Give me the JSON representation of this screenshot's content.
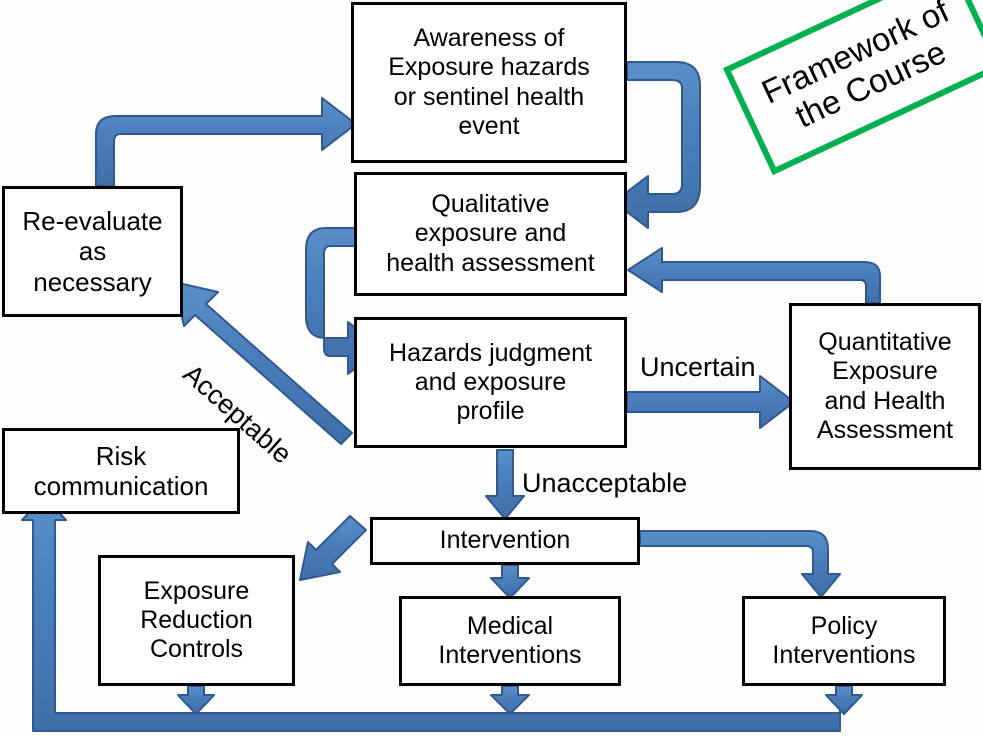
{
  "diagram": {
    "title_banner": {
      "line1": "Framework of",
      "line2": "the Course",
      "full": "Framework of the Course",
      "border_color": "#00B050"
    },
    "arrow_color": "#4A7EBB",
    "arrow_border_color": "#31598E",
    "box_border_color": "#000000",
    "nodes": [
      {
        "id": "awareness",
        "label": "Awareness of Exposure hazards or sentinel health event"
      },
      {
        "id": "qualitative",
        "label": "Qualitative exposure and health assessment"
      },
      {
        "id": "hazards",
        "label": "Hazards judgment and exposure profile"
      },
      {
        "id": "quantitative",
        "label": "Quantitative Exposure and Health Assessment"
      },
      {
        "id": "reevaluate",
        "label": "Re-evaluate as necessary"
      },
      {
        "id": "risk",
        "label": "Risk communication"
      },
      {
        "id": "intervention",
        "label": "Intervention"
      },
      {
        "id": "exposure_red",
        "label": "Exposure Reduction Controls"
      },
      {
        "id": "medical",
        "label": "Medical Interventions"
      },
      {
        "id": "policy",
        "label": "Policy Interventions"
      }
    ],
    "node_text": {
      "awareness": [
        "Awareness of",
        "Exposure hazards",
        "or sentinel health",
        "event"
      ],
      "qualitative": [
        "Qualitative",
        "exposure and",
        "health assessment"
      ],
      "hazards": [
        "Hazards judgment",
        "and exposure",
        "profile"
      ],
      "quantitative": [
        "Quantitative",
        "Exposure",
        "and Health",
        "Assessment"
      ],
      "reevaluate": [
        "Re-evaluate",
        "as",
        "necessary"
      ],
      "risk": [
        "Risk",
        "communication"
      ],
      "intervention": [
        "Intervention"
      ],
      "exposure_red": [
        "Exposure",
        "Reduction",
        "Controls"
      ],
      "medical": [
        "Medical",
        "Interventions"
      ],
      "policy": [
        "Policy",
        "Interventions"
      ]
    },
    "edge_labels": {
      "acceptable": "Acceptable",
      "uncertain": "Uncertain",
      "unacceptable": "Unacceptable"
    }
  }
}
